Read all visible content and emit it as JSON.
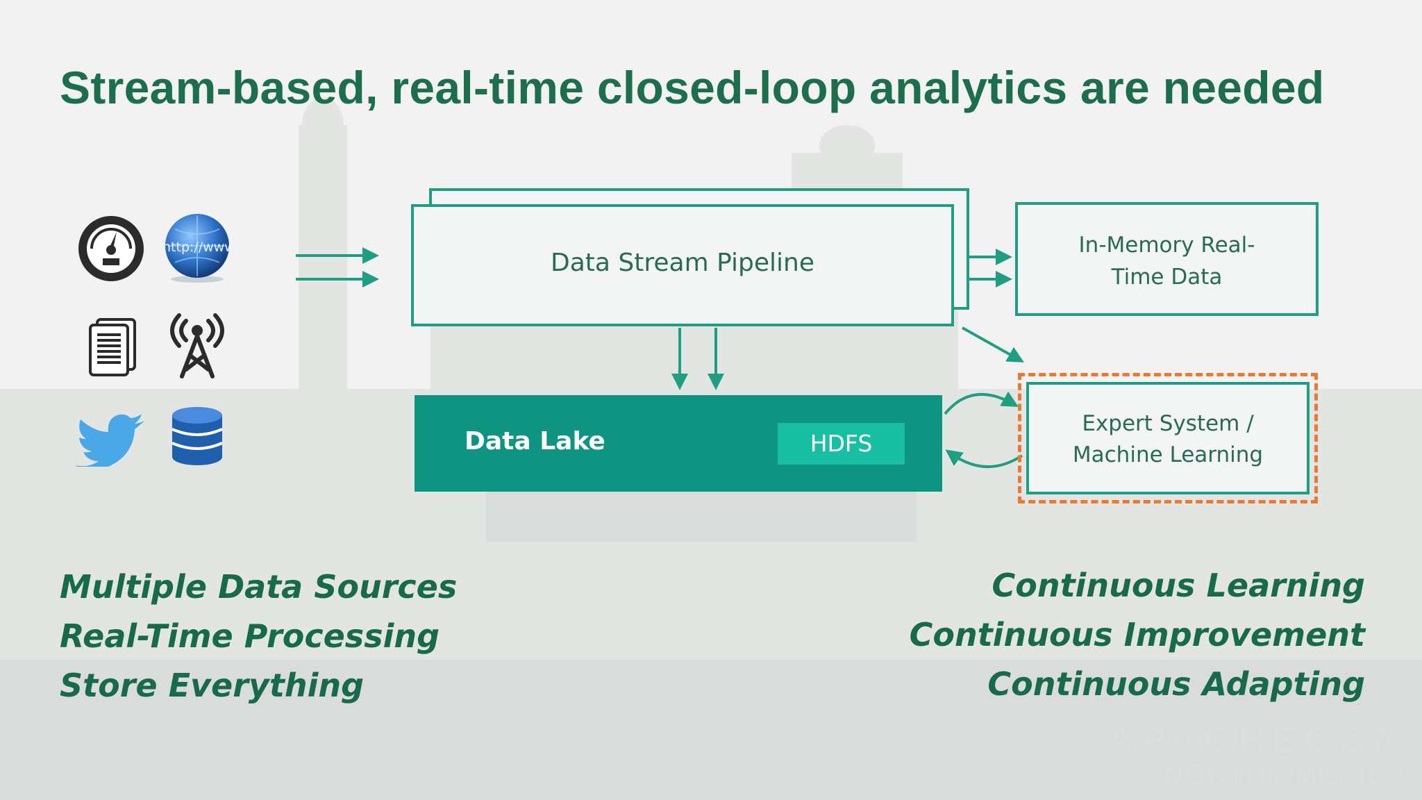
{
  "title": "Stream-based, real-time closed-loop analytics are needed",
  "pipeline": {
    "label": "Data Stream Pipeline"
  },
  "memory": {
    "line1": "In-Memory Real-",
    "line2": "Time Data"
  },
  "expert": {
    "line1": "Expert System /",
    "line2": "Machine Learning"
  },
  "lake": {
    "label": "Data Lake",
    "hdfs": "HDFS"
  },
  "left_list": [
    "Multiple Data Sources",
    "Real-Time Processing",
    "Store Everything"
  ],
  "right_list": [
    "Continuous Learning",
    "Continuous Improvement",
    "Continuous Adapting"
  ],
  "globe_text": "http://www",
  "watermark": {
    "line1": "APACHECON",
    "line2": "NORTH AMERICA"
  },
  "colors": {
    "title": "#1d6e4d",
    "accent": "#1f9e82",
    "lake": "#0e9480",
    "hdfs": "#18bfa3",
    "dashed": "#e87a33"
  },
  "icons": [
    "gauge-icon",
    "globe-icon",
    "documents-icon",
    "antenna-icon",
    "twitter-bird-icon",
    "database-icon"
  ]
}
